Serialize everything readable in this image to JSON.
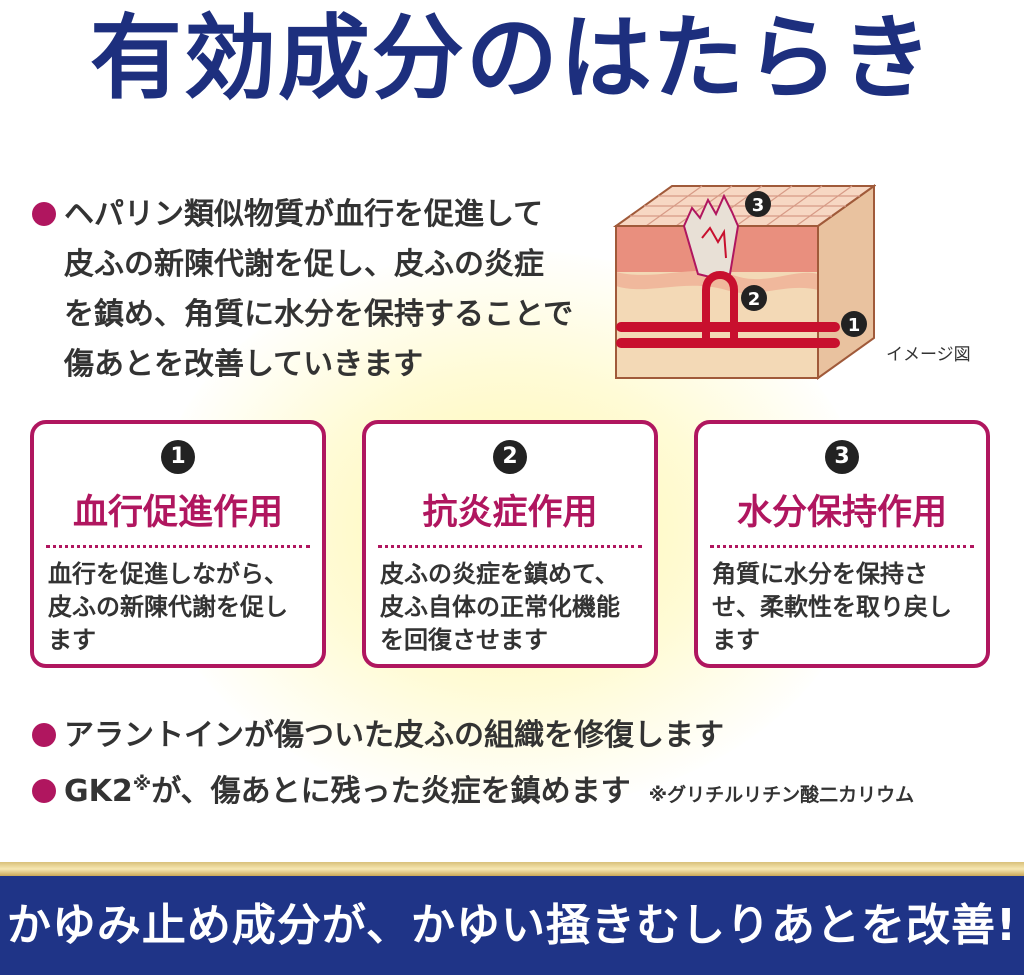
{
  "title": "有効成分のはたらき",
  "intro": {
    "lines": [
      "ヘパリン類似物質が血行を促進して",
      "皮ふの新陳代謝を促し、皮ふの炎症",
      "を鎮め、角質に水分を保持することで",
      "傷あとを改善していきます"
    ]
  },
  "diagram": {
    "caption": "イメージ図",
    "markers": [
      "3",
      "2",
      "1"
    ]
  },
  "cards": [
    {
      "number": "1",
      "title": "血行促進作用",
      "text": "血行を促進しながら、皮ふの新陳代謝を促します"
    },
    {
      "number": "2",
      "title": "抗炎症作用",
      "text": "皮ふの炎症を鎮めて、皮ふ自体の正常化機能を回復させます"
    },
    {
      "number": "3",
      "title": "水分保持作用",
      "text": "角質に水分を保持させ、柔軟性を取り戻します"
    }
  ],
  "points": {
    "line1": "アラントインが傷ついた皮ふの組織を修復します",
    "line2_pre": "GK2",
    "line2_mark": "※",
    "line2_post": "が、傷あとに残った炎症を鎮めます",
    "note": "※グリチルリチン酸二カリウム"
  },
  "banner": "かゆみ止め成分が、かゆい掻きむしりあとを改善!",
  "colors": {
    "navy": "#1d2f7e",
    "magenta": "#b0165f",
    "blood": "#c8102e",
    "skin": "#f3d5b5"
  }
}
